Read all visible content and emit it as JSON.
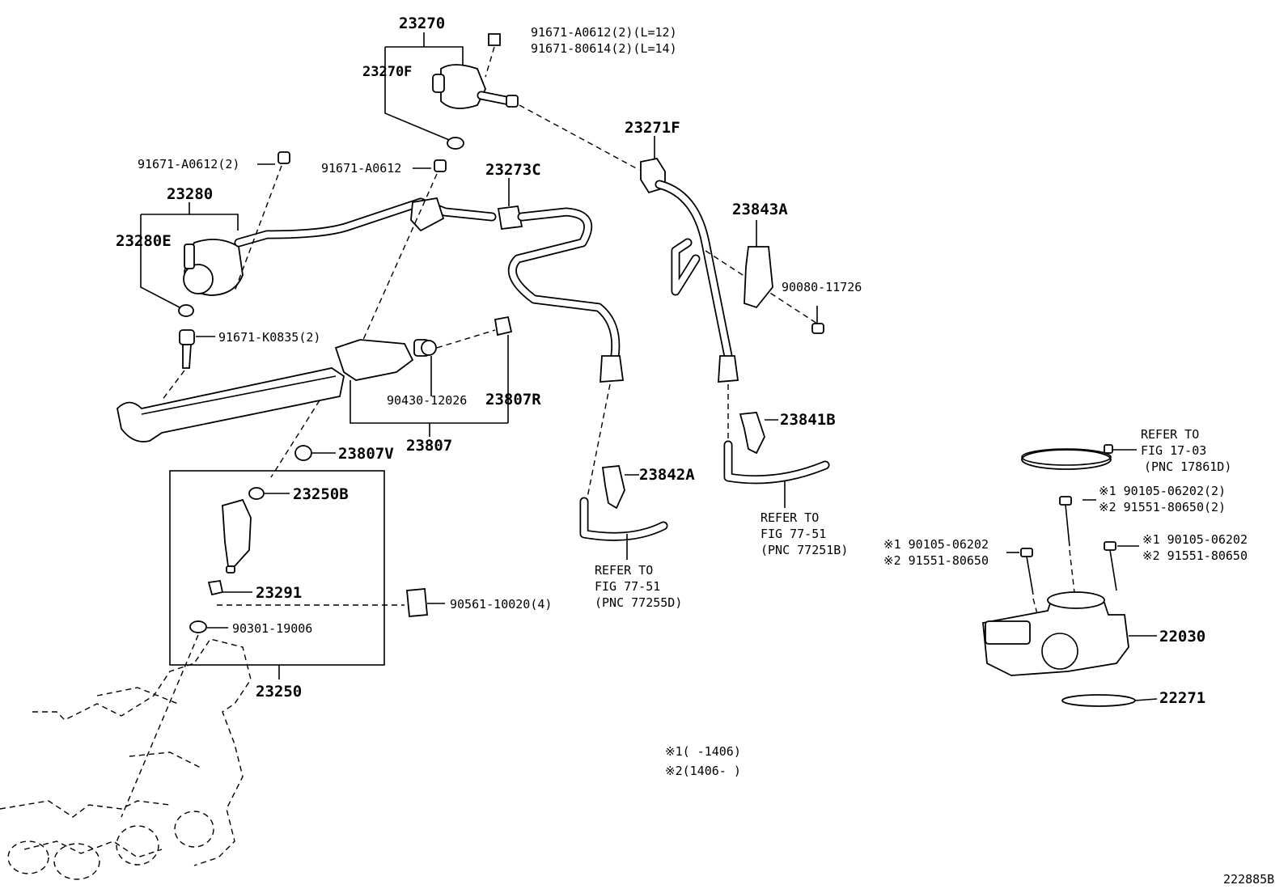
{
  "labels": {
    "p23270": "23270",
    "p23270f": "23270F",
    "p91671a0612_l12": "91671-A0612(2)(L=12)",
    "p91671_80614": "91671-80614(2)(L=14)",
    "p91671a0612_2": "91671-A0612(2)",
    "p91671a0612": "91671-A0612",
    "p23273c": "23273C",
    "p23271f": "23271F",
    "p23280": "23280",
    "p23280e": "23280E",
    "p23843a": "23843A",
    "p90080_11726": "90080-11726",
    "p91671k0835": "91671-K0835(2)",
    "p90430_12026": "90430-12026",
    "p23807r": "23807R",
    "p23807": "23807",
    "p23807v": "23807V",
    "p23841b": "23841B",
    "p23842a": "23842A",
    "p23250b": "23250B",
    "p23291": "23291",
    "p90561": "90561-10020(4)",
    "p90301": "90301-19006",
    "p23250": "23250",
    "p22030": "22030",
    "p22271": "22271",
    "note_id": "222885B"
  },
  "refs": {
    "ref_17_03": {
      "line1": "REFER TO",
      "line2": "FIG 17-03",
      "line3": "(PNC 17861D)"
    },
    "ref_77_51_b": {
      "line1": "REFER TO",
      "line2": "FIG 77-51",
      "line3": "(PNC 77251B)"
    },
    "ref_77_51_d": {
      "line1": "REFER TO",
      "line2": "FIG 77-51",
      "line3": "(PNC 77255D)"
    }
  },
  "bolts_throttle": {
    "top_1": "※1 90105-06202(2)",
    "top_2": "※2 91551-80650(2)",
    "left_1": "※1 90105-06202",
    "left_2": "※2 91551-80650",
    "right_1": "※1 90105-06202",
    "right_2": "※2 91551-80650"
  },
  "legend": {
    "note1": "※1(    -1406)",
    "note2": "※2(1406-     )"
  }
}
